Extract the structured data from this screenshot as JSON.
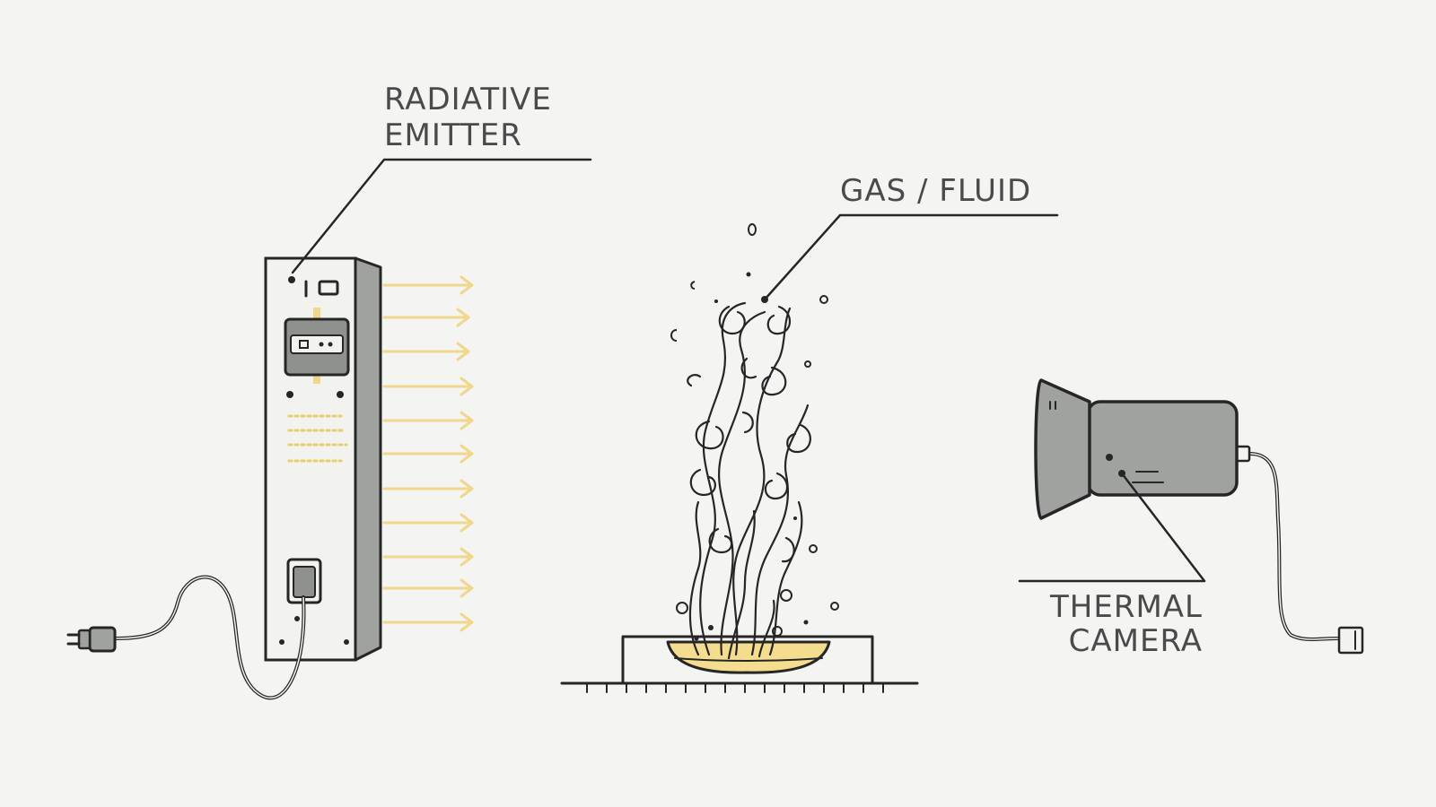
{
  "labels": {
    "emitter_line1": "RADIATIVE",
    "emitter_line2": "EMITTER",
    "gas": "GAS / FLUID",
    "camera_line1": "THERMAL",
    "camera_line2": "CAMERA"
  },
  "icons": {
    "emitter": "radiative-emitter-icon",
    "gas": "gas-fluid-plume-icon",
    "camera": "thermal-camera-icon"
  },
  "colors": {
    "background": "#f4f4f2",
    "ink": "#262626",
    "device_gray": "#9fa29f",
    "radiation_yellow": "#f0d78c",
    "liquid_yellow": "#f4dd8f",
    "label_text": "#4a4a4a"
  }
}
